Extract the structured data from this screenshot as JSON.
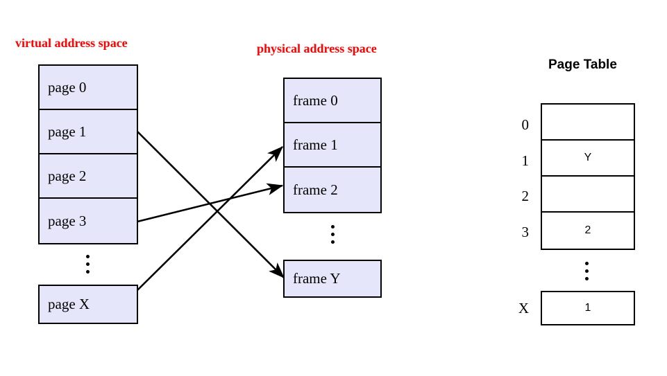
{
  "labels": {
    "virtual_address_space": "virtual address space",
    "physical_address_space": "physical address space",
    "page_table_title": "Page Table"
  },
  "colors": {
    "label_red": "#ff0000",
    "block_fill": "#e6e6fa",
    "block_border": "#000000",
    "table_fill": "#ffffff",
    "background": "#ffffff"
  },
  "virtual_address_space": {
    "pages": [
      {
        "label": "page 0"
      },
      {
        "label": "page 1"
      },
      {
        "label": "page 2"
      },
      {
        "label": "page 3"
      }
    ],
    "ellipsis": "⋮",
    "last_page": {
      "label": "page X"
    }
  },
  "physical_address_space": {
    "frames": [
      {
        "label": "frame 0"
      },
      {
        "label": "frame 1"
      },
      {
        "label": "frame 2"
      }
    ],
    "ellipsis": "⋮",
    "last_frame": {
      "label": "frame Y"
    }
  },
  "page_table": {
    "rows": [
      {
        "index": "0",
        "value": ""
      },
      {
        "index": "1",
        "value": "Y"
      },
      {
        "index": "2",
        "value": ""
      },
      {
        "index": "3",
        "value": "2"
      }
    ],
    "ellipsis": "⋮",
    "last_row": {
      "index": "X",
      "value": "1"
    }
  },
  "mappings": [
    {
      "from": "page 1",
      "to": "frame Y"
    },
    {
      "from": "page 3",
      "to": "frame 2"
    },
    {
      "from": "page X",
      "to": "frame 1"
    }
  ]
}
